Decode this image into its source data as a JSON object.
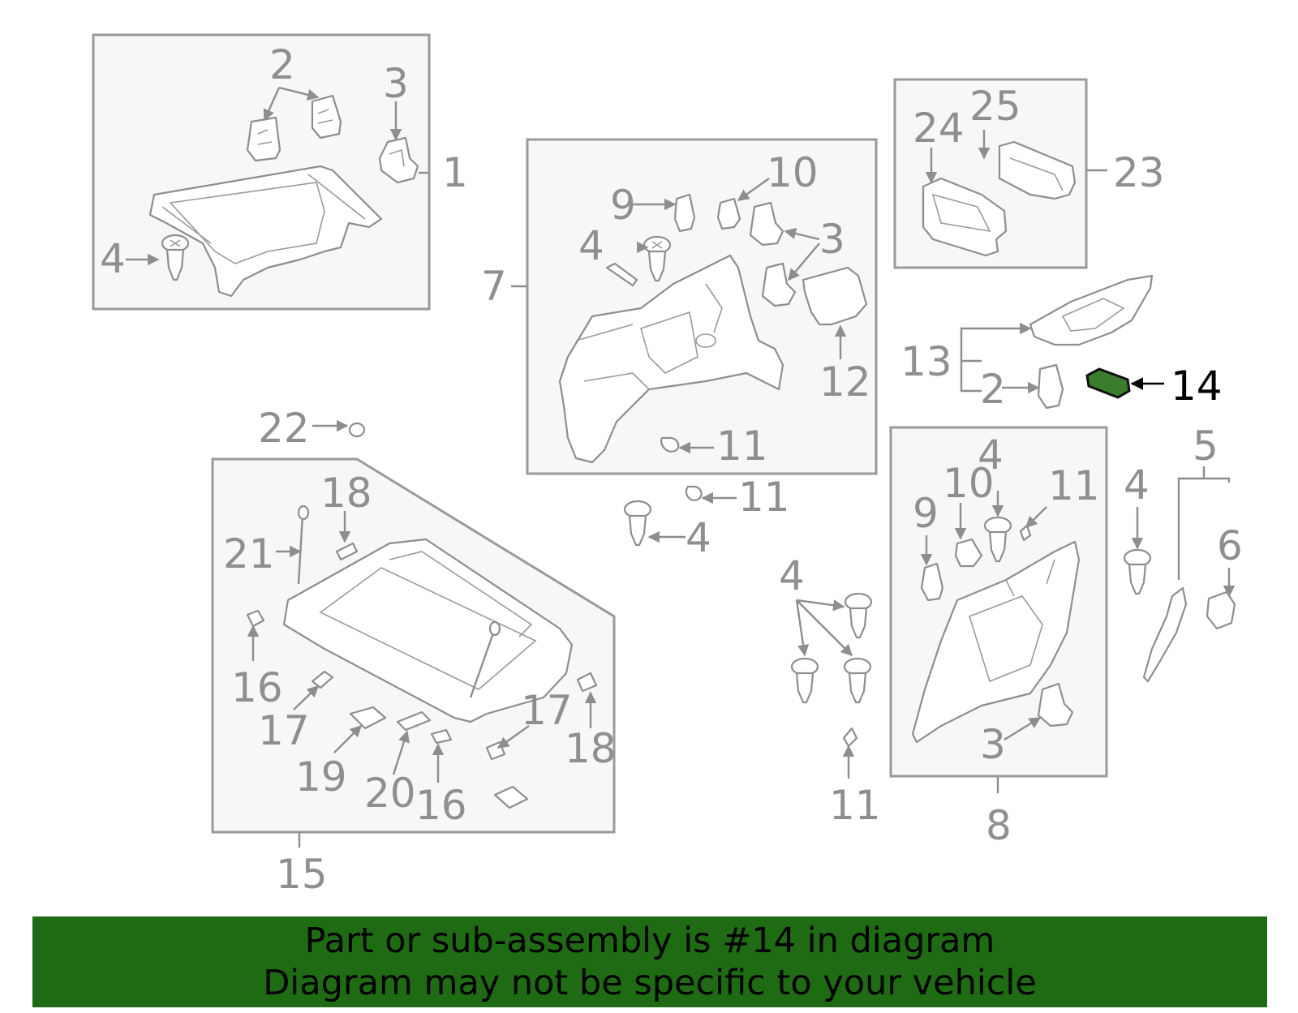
{
  "callouts": {
    "c1": "1",
    "c2a": "2",
    "c2b": "2",
    "c3a": "3",
    "c3b": "3",
    "c3c": "3",
    "c4a": "4",
    "c4b": "4",
    "c4c": "4",
    "c4d": "4",
    "c4e": "4",
    "c4f": "4",
    "c5": "5",
    "c6": "6",
    "c7": "7",
    "c8": "8",
    "c9a": "9",
    "c9b": "9",
    "c10a": "10",
    "c10b": "10",
    "c11a": "11",
    "c11b": "11",
    "c11c": "11",
    "c11d": "11",
    "c12": "12",
    "c13": "13",
    "c14": "14",
    "c15": "15",
    "c16a": "16",
    "c16b": "16",
    "c17a": "17",
    "c17b": "17",
    "c18a": "18",
    "c18b": "18",
    "c19": "19",
    "c20": "20",
    "c21": "21",
    "c22": "22",
    "c23": "23",
    "c24": "24",
    "c25": "25"
  },
  "banner": {
    "line1": "Part or sub-assembly is #14 in diagram",
    "line2": "Diagram may not be specific to your vehicle",
    "color": "#1f6b14"
  },
  "colors": {
    "line": "#8e8e8e",
    "box_fill": "#f7f7f7",
    "highlight": "#3a7d2c"
  }
}
